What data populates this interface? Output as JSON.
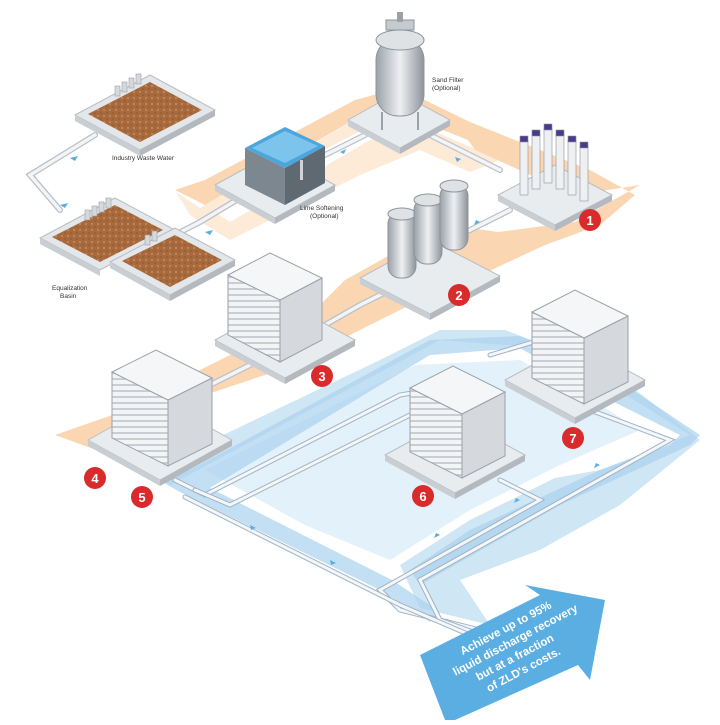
{
  "labels": {
    "waste_water": "Industry Waste Water",
    "equalization_1": "Equalization",
    "equalization_2": "Basin",
    "lime_1": "Lime Softening",
    "lime_2": "(Optional)",
    "sand_1": "Sand Filter",
    "sand_2": "(Optional)"
  },
  "badges": [
    "1",
    "2",
    "3",
    "4",
    "5",
    "6",
    "7"
  ],
  "callout": {
    "line1": "Achieve up to 95%",
    "line2": "liquid discharge recovery",
    "line3": "but at a fraction",
    "line4": "of ZLD's costs."
  },
  "colors": {
    "orange_zone": "#f9cfa4",
    "blue_zone": "#cfe6f5",
    "blue_dark": "#5aaee2",
    "badge": "#d92b2b",
    "pipe": "#e9ecef"
  }
}
